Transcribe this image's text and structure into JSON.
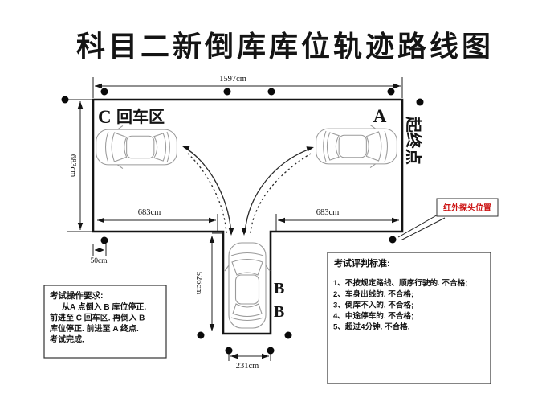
{
  "title": "科目二新倒库库位轨迹路线图",
  "colors": {
    "accent_red": "#cc1111",
    "line": "#141414"
  },
  "zones": {
    "c_label": "C",
    "c_area_label": "回车区",
    "a_label": "A",
    "b_label_1": "B",
    "b_label_2": "B",
    "start_end_label": "起终点"
  },
  "dimensions": {
    "top_width": "1597cm",
    "left_height": "683cm",
    "bottom_left": "683cm",
    "bottom_right": "683cm",
    "slot_depth": "526cm",
    "slot_width": "231cm",
    "sensor_offset": "50cm"
  },
  "callout": {
    "infrared_label": "红外探头位置"
  },
  "operation_box": {
    "title": "考试操作要求:",
    "lines": [
      "从A 点倒入 B 库位停正.",
      "前进至 C 回车区. 再倒入 B",
      "库位停正. 前进至 A 终点.",
      "考试完成."
    ]
  },
  "criteria_box": {
    "title": "考试评判标准:",
    "items": [
      "1、不按规定路线、顺序行驶的. 不合格;",
      "2、车身出线的. 不合格;",
      "3、倒库不入的. 不合格;",
      "4、中途停车的. 不合格;",
      "5、超过4分钟. 不合格."
    ]
  }
}
